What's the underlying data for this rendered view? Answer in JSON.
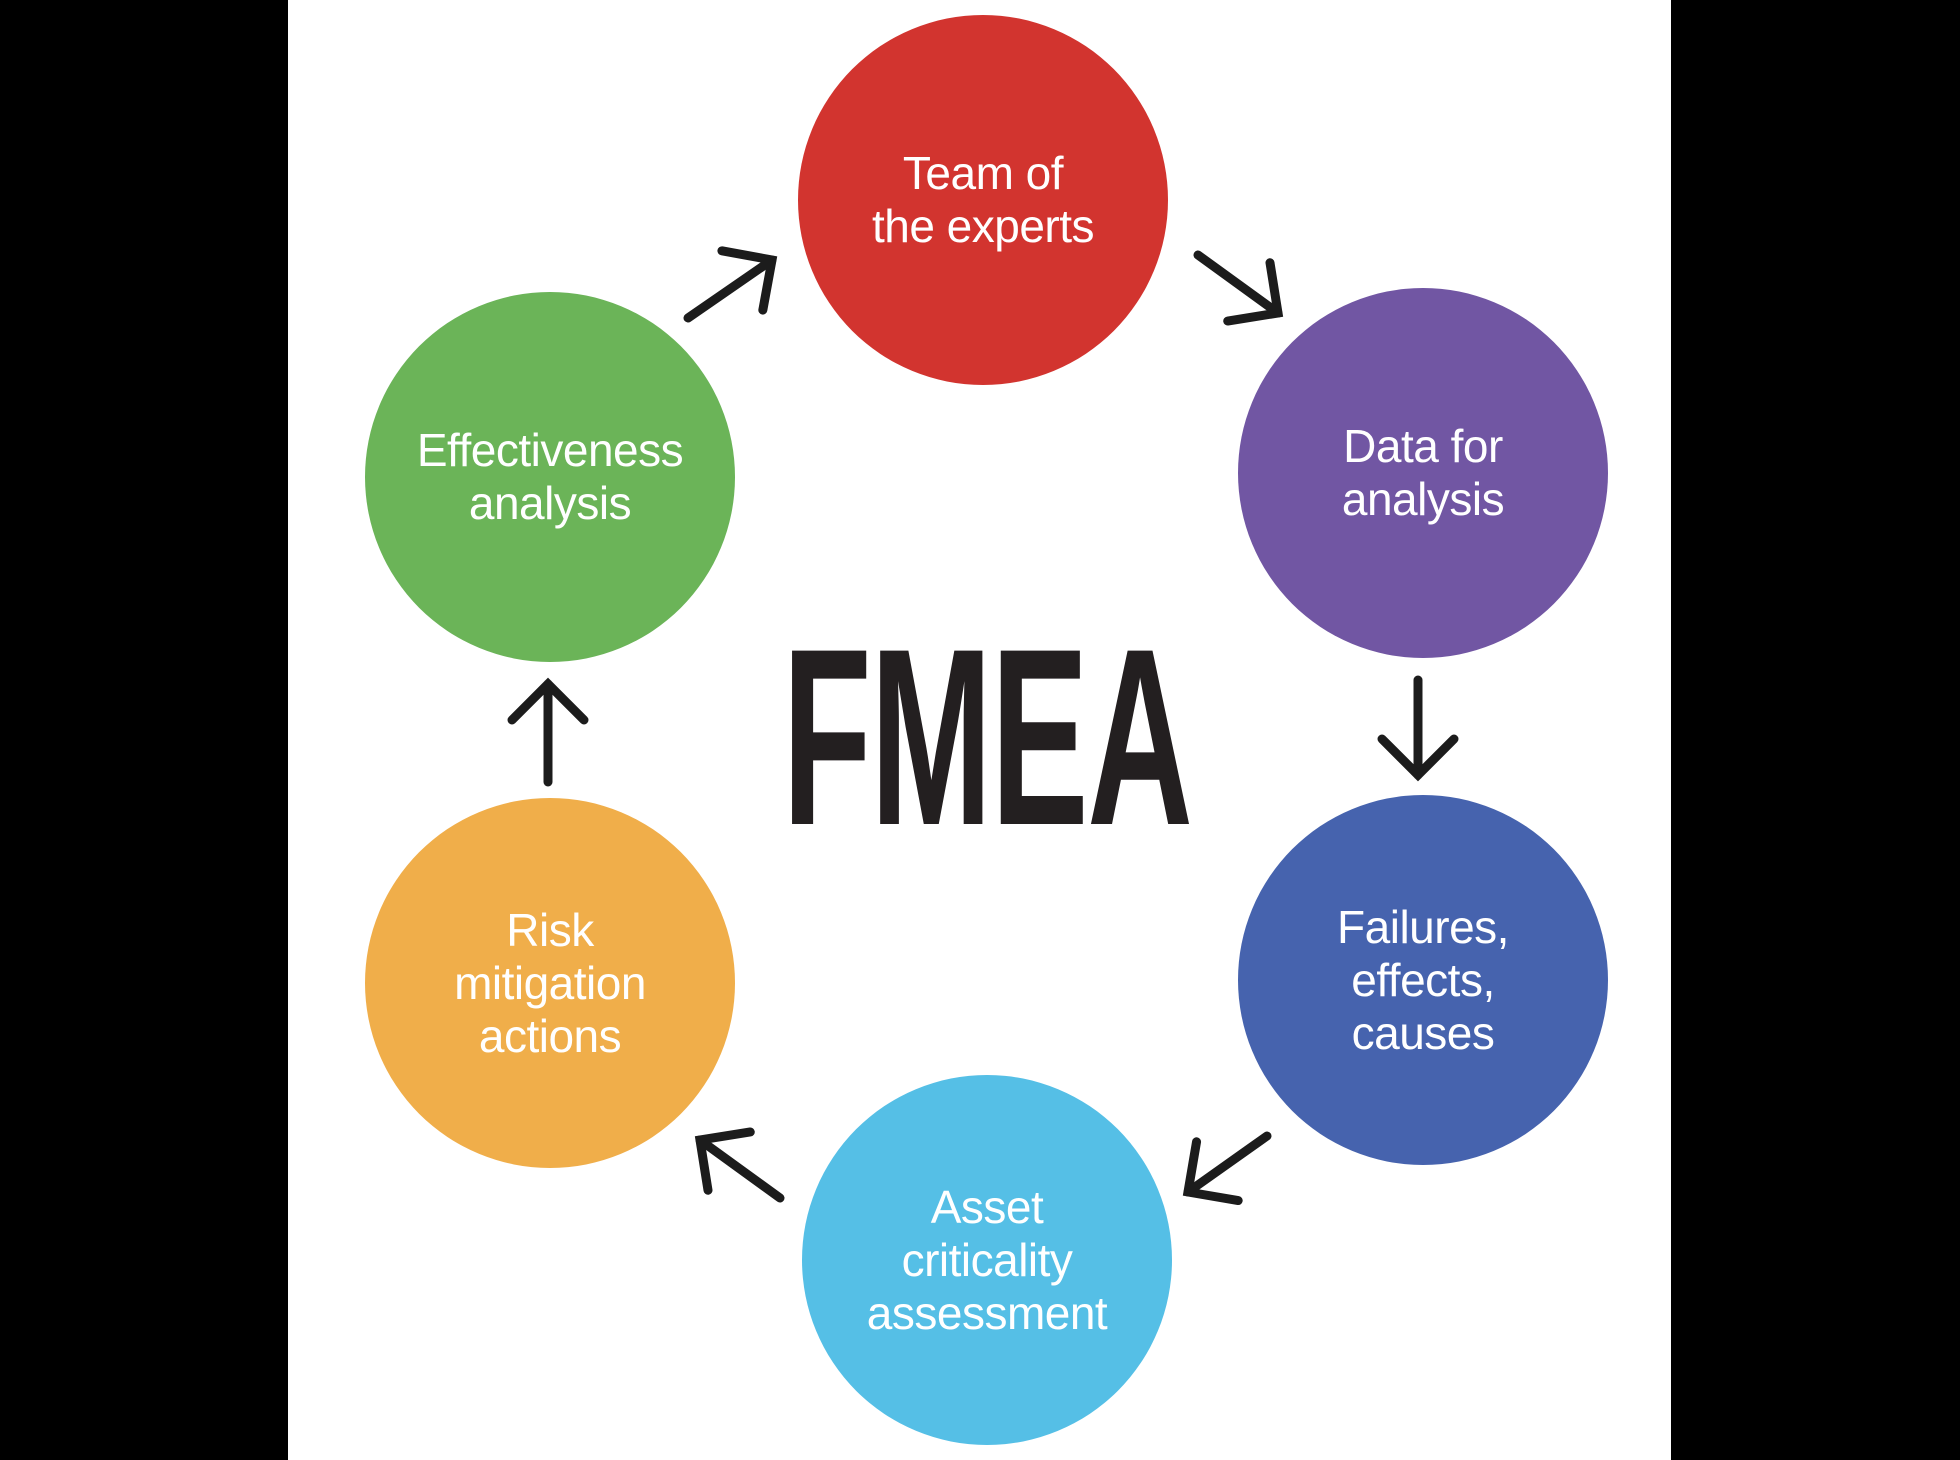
{
  "page": {
    "background": "#000000",
    "panel_background": "#ffffff"
  },
  "center": {
    "title": "FMEA",
    "color": "#231f20"
  },
  "circles": [
    {
      "id": "team-of-the-experts",
      "lines": [
        "Team of",
        "the experts"
      ],
      "color": "#d2342f",
      "text_color": "#ffffff"
    },
    {
      "id": "data-for-analysis",
      "lines": [
        "Data for",
        "analysis"
      ],
      "color": "#7156a3",
      "text_color": "#ffffff"
    },
    {
      "id": "failures-effects-causes",
      "lines": [
        "Failures,",
        "effects,",
        "causes"
      ],
      "color": "#4663ae",
      "text_color": "#ffffff"
    },
    {
      "id": "asset-criticality-assessment",
      "lines": [
        "Asset",
        "criticality",
        "assessment"
      ],
      "color": "#55bfe6",
      "text_color": "#ffffff"
    },
    {
      "id": "risk-mitigation-actions",
      "lines": [
        "Risk",
        "mitigation",
        "actions"
      ],
      "color": "#f0ae4a",
      "text_color": "#ffffff"
    },
    {
      "id": "effectiveness-analysis",
      "lines": [
        "Effectiveness",
        "analysis"
      ],
      "color": "#6bb458",
      "text_color": "#ffffff"
    }
  ],
  "diagram": {
    "arrow_color": "#1c1c1c",
    "flow_order": [
      "team-of-the-experts",
      "data-for-analysis",
      "failures-effects-causes",
      "asset-criticality-assessment",
      "risk-mitigation-actions",
      "effectiveness-analysis"
    ]
  }
}
